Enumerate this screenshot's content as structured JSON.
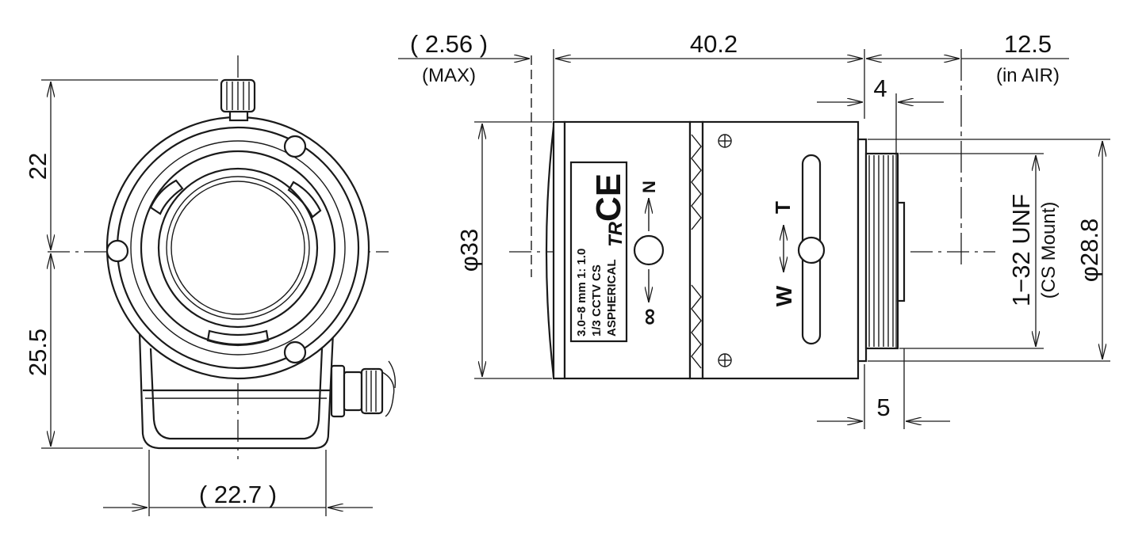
{
  "dimensions": {
    "front_height_top": "22",
    "front_height_bottom": "25.5",
    "front_width": "( 22.7 )",
    "flange_protrusion": "( 2.56 )",
    "flange_protrusion_note": "(MAX)",
    "body_length": "40.2",
    "back_focus": "12.5",
    "back_focus_note": "(in AIR)",
    "mount_step": "4",
    "mount_thread_length": "5",
    "front_diameter": "φ33",
    "mount_diameter": "φ28.8",
    "thread_spec": "1−32 UNF",
    "thread_spec_note": "(CS Mount)"
  },
  "lens_label": {
    "line1": "3.0−8 mm  1: 1.0",
    "line2": "1/3 CCTV CS",
    "line3": "ASPHERICAL",
    "brand": "TR",
    "ce_mark": "CE",
    "focus_near": "N",
    "focus_infinity": "∞",
    "zoom_tele": "T",
    "zoom_wide": "W"
  }
}
